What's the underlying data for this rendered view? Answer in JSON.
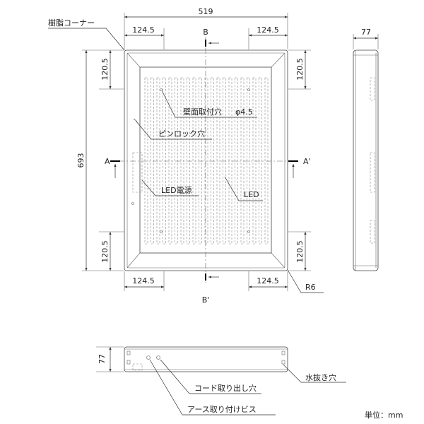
{
  "labels": {
    "resin_corner": "樹脂コーナー",
    "wall_mount_hole": "壁面取付穴",
    "wall_mount_dia": "φ4.5",
    "pin_lock_hole": "ピンロック穴",
    "led_power": "LED電源",
    "led": "LED",
    "drain_hole": "水抜き穴",
    "cord_exit_hole": "コード取り出し穴",
    "earth_screw": "アース取り付けビス",
    "unit": "単位：mm"
  },
  "dimensions": {
    "width": "519",
    "height": "693",
    "depth_side": "77",
    "depth_bottom": "77",
    "top_left_offset": "124.5",
    "top_right_offset": "124.5",
    "bottom_left_offset": "124.5",
    "bottom_right_offset": "124.5",
    "left_top_offset": "120.5",
    "left_bottom_offset": "120.5",
    "right_top_offset": "120.5",
    "right_bottom_offset": "120.5",
    "corner_radius": "R6"
  },
  "section_marks": {
    "a": "A",
    "a_prime": "A'",
    "b": "B",
    "b_prime": "B'"
  }
}
